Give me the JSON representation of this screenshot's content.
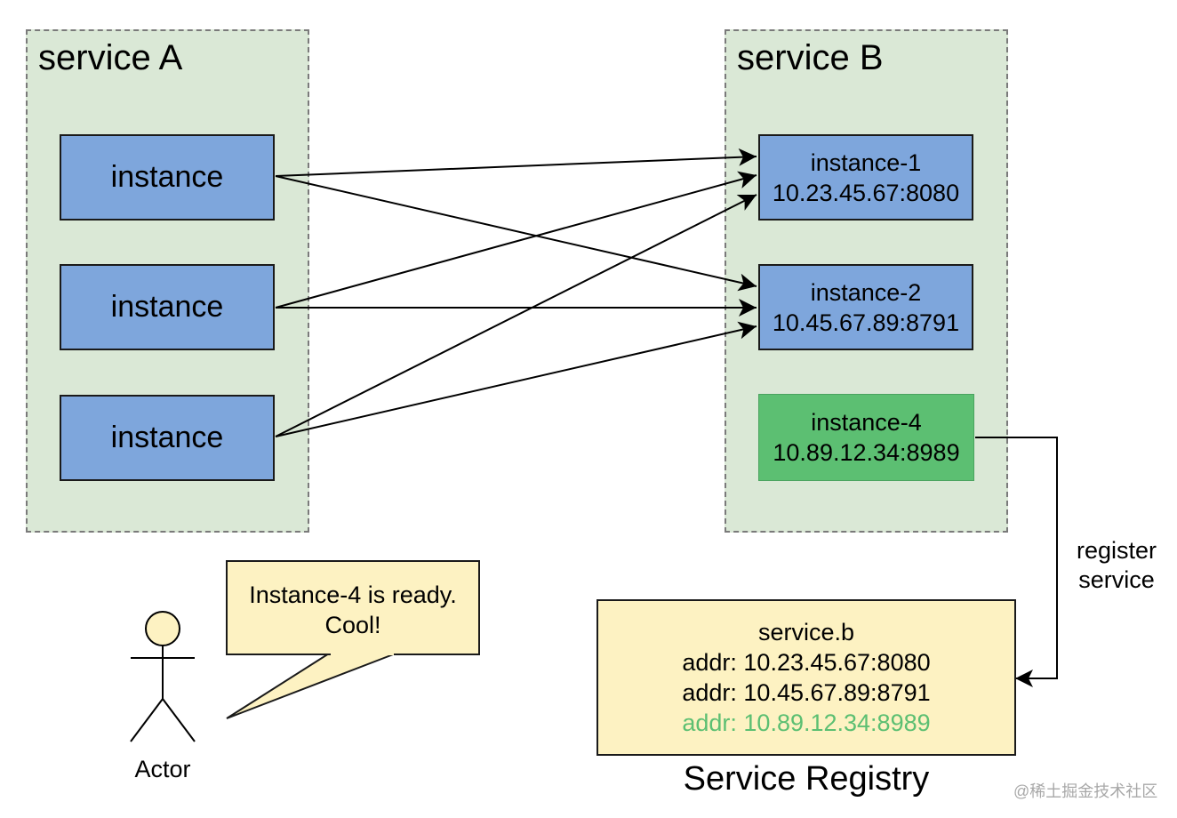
{
  "service_a": {
    "title": "service A",
    "instances": [
      "instance",
      "instance",
      "instance"
    ]
  },
  "service_b": {
    "title": "service B",
    "instances": [
      {
        "name": "instance-1",
        "addr": "10.23.45.67:8080"
      },
      {
        "name": "instance-2",
        "addr": "10.45.67.89:8791"
      },
      {
        "name": "instance-4",
        "addr": "10.89.12.34:8989"
      }
    ]
  },
  "register_label": [
    "register",
    "service"
  ],
  "registry": {
    "name": "service.b",
    "addrs": [
      "addr: 10.23.45.67:8080",
      "addr: 10.45.67.89:8791",
      "addr: 10.89.12.34:8989"
    ],
    "title": "Service Registry"
  },
  "actor": {
    "label": "Actor",
    "speech": [
      "Instance-4 is ready.",
      "Cool!"
    ]
  },
  "watermark": "@稀土掘金技术社区",
  "colors": {
    "group_fill": "#dae8d6",
    "instance_blue": "#7ea6dc",
    "instance_new_green": "#5cbf72",
    "note_yellow": "#fdf2c2"
  }
}
